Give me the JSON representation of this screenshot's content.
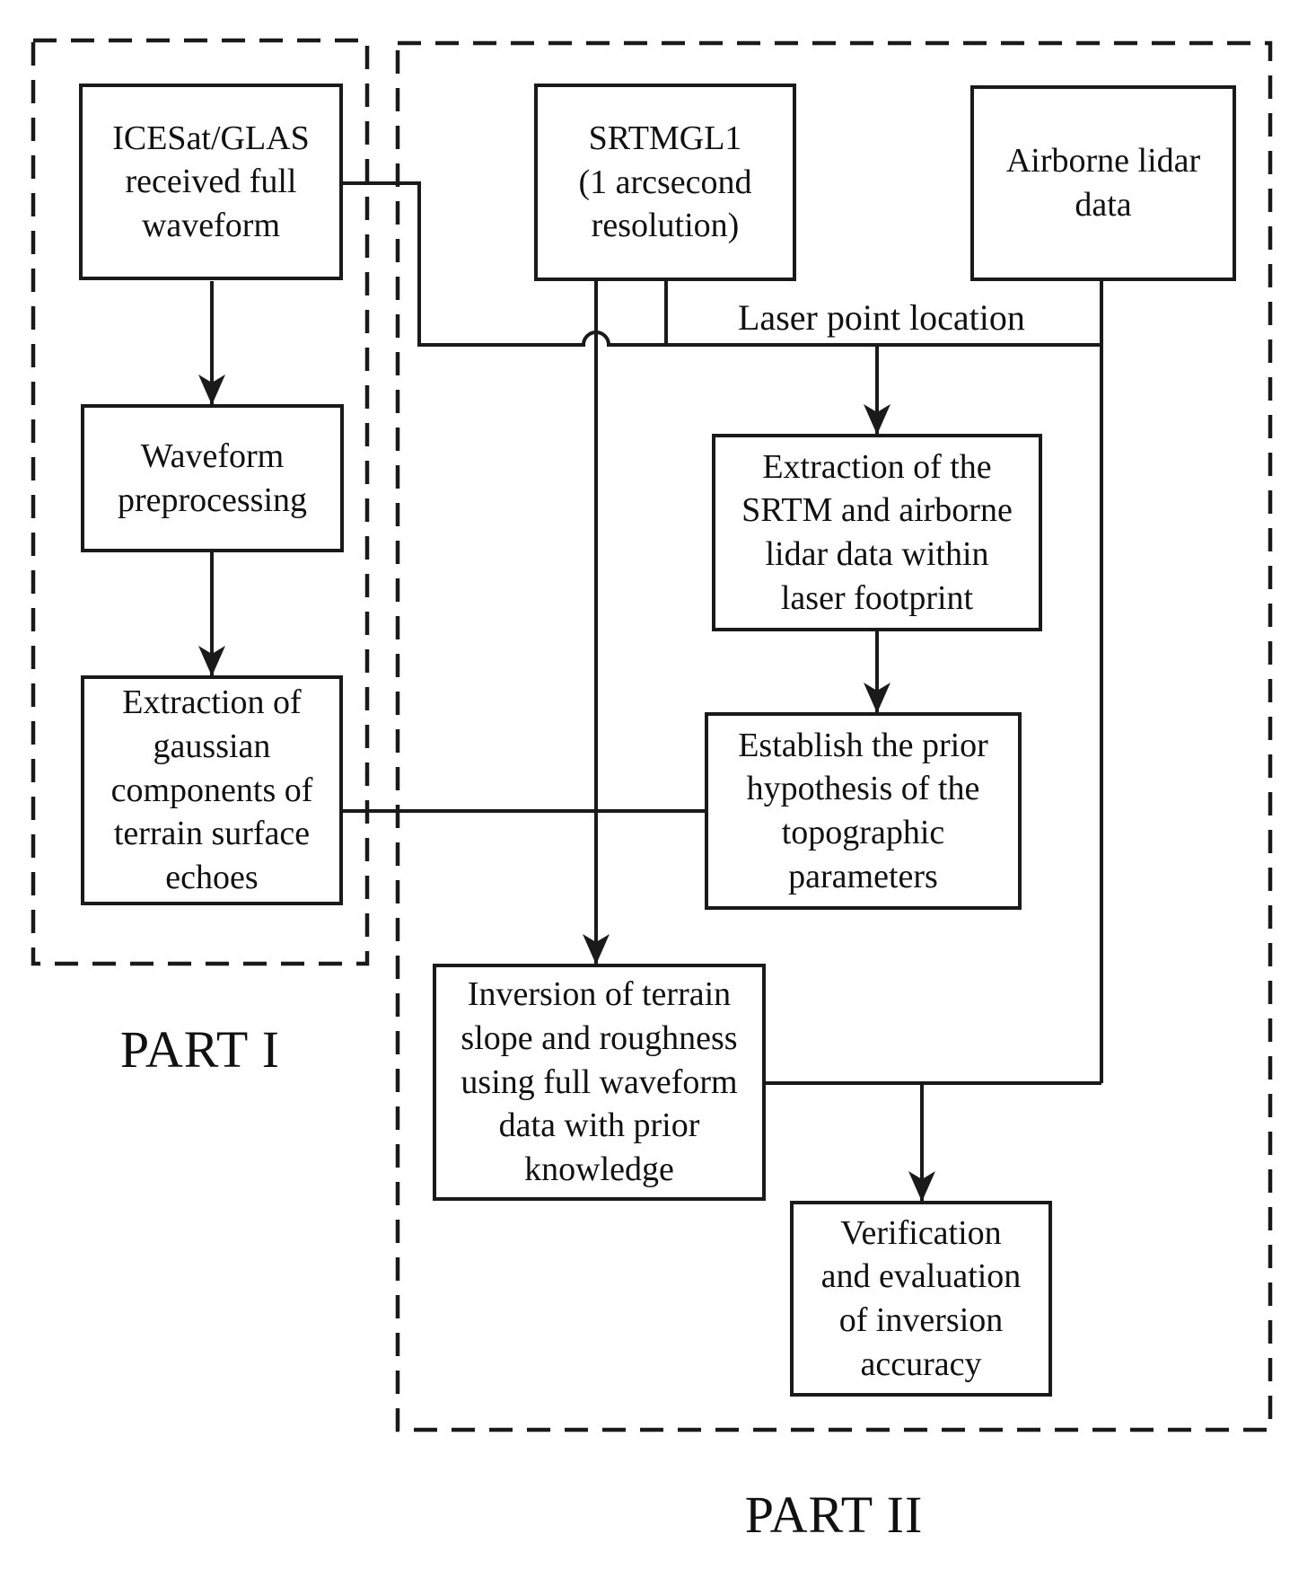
{
  "regions": {
    "part1": {
      "label": "PART I"
    },
    "part2": {
      "label": "PART II"
    }
  },
  "edge_labels": {
    "laser_point_location": "Laser point location"
  },
  "nodes": {
    "icesat": {
      "text": "ICESat/GLAS\nreceived full\nwaveform"
    },
    "srtmgl1": {
      "text": "SRTMGL1\n(1 arcsecond\nresolution)"
    },
    "airborne_lidar": {
      "text": "Airborne lidar\ndata"
    },
    "waveform_preprocessing": {
      "text": "Waveform\npreprocessing"
    },
    "extract_gaussian": {
      "text": "Extraction of\ngaussian\ncomponents of\nterrain surface\nechoes"
    },
    "extract_srtm_lidar": {
      "text": "Extraction of the\nSRTM and airborne\nlidar data within\nlaser footprint"
    },
    "establish_prior": {
      "text": "Establish the prior\nhypothesis of the\ntopographic\nparameters"
    },
    "inversion": {
      "text": "Inversion of terrain\nslope and roughness\nusing full waveform\ndata with prior\nknowledge"
    },
    "verification": {
      "text": "Verification\nand evaluation\nof inversion\naccuracy"
    }
  },
  "colors": {
    "line": "#1a1a1a",
    "background": "#ffffff",
    "text": "#111111"
  }
}
